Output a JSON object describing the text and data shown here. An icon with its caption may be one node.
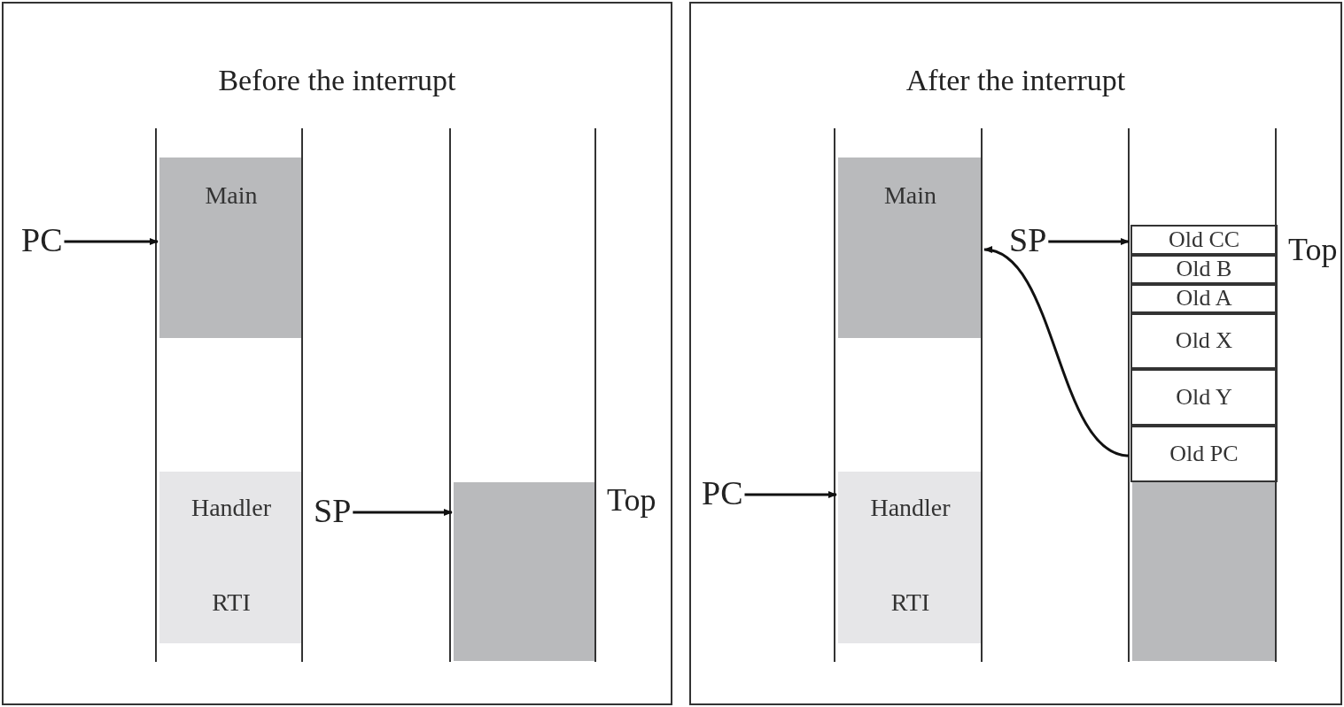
{
  "diagram": {
    "nodes": [
      {
        "text": [
          "Before the interrupt"
        ]
      },
      {
        "text": [
          "Main"
        ],
        "in": 0
      },
      {
        "text": [
          "Handler",
          "RTI"
        ],
        "in": 0
      },
      {
        "text": [
          "PC"
        ],
        "in": 0
      },
      {
        "text": [
          "SP"
        ],
        "in": 0
      },
      {
        "text": [],
        "shape": "box",
        "in": 0,
        "beside": [
          "Top"
        ]
      },
      {
        "text": [
          "After the interrupt"
        ]
      },
      {
        "text": [
          "Main"
        ],
        "in": 6
      },
      {
        "text": [
          "Handler",
          "RTI"
        ],
        "in": 6
      },
      {
        "text": [
          "PC"
        ],
        "in": 6
      },
      {
        "text": [
          "SP"
        ],
        "in": 6
      },
      {
        "text": [
          "Old CC"
        ],
        "in": 6,
        "beside": [
          "Top"
        ]
      },
      {
        "text": [
          "Old B"
        ],
        "in": 6
      },
      {
        "text": [
          "Old A"
        ],
        "in": 6
      },
      {
        "text": [
          "Old X"
        ],
        "in": 6
      },
      {
        "text": [
          "Old Y"
        ],
        "in": 6
      },
      {
        "text": [
          "Old PC"
        ],
        "in": 6
      },
      {
        "text": [],
        "shape": "box",
        "in": 6
      }
    ],
    "edges": [
      {
        "from": 3,
        "to": 1,
        "arrow": "to"
      },
      {
        "from": 4,
        "to": 5,
        "arrow": "to"
      },
      {
        "from": 9,
        "to": 8,
        "arrow": "to"
      },
      {
        "from": 10,
        "to": 11,
        "arrow": "to"
      },
      {
        "from": 16,
        "to": 7,
        "arrow": "to"
      }
    ]
  }
}
